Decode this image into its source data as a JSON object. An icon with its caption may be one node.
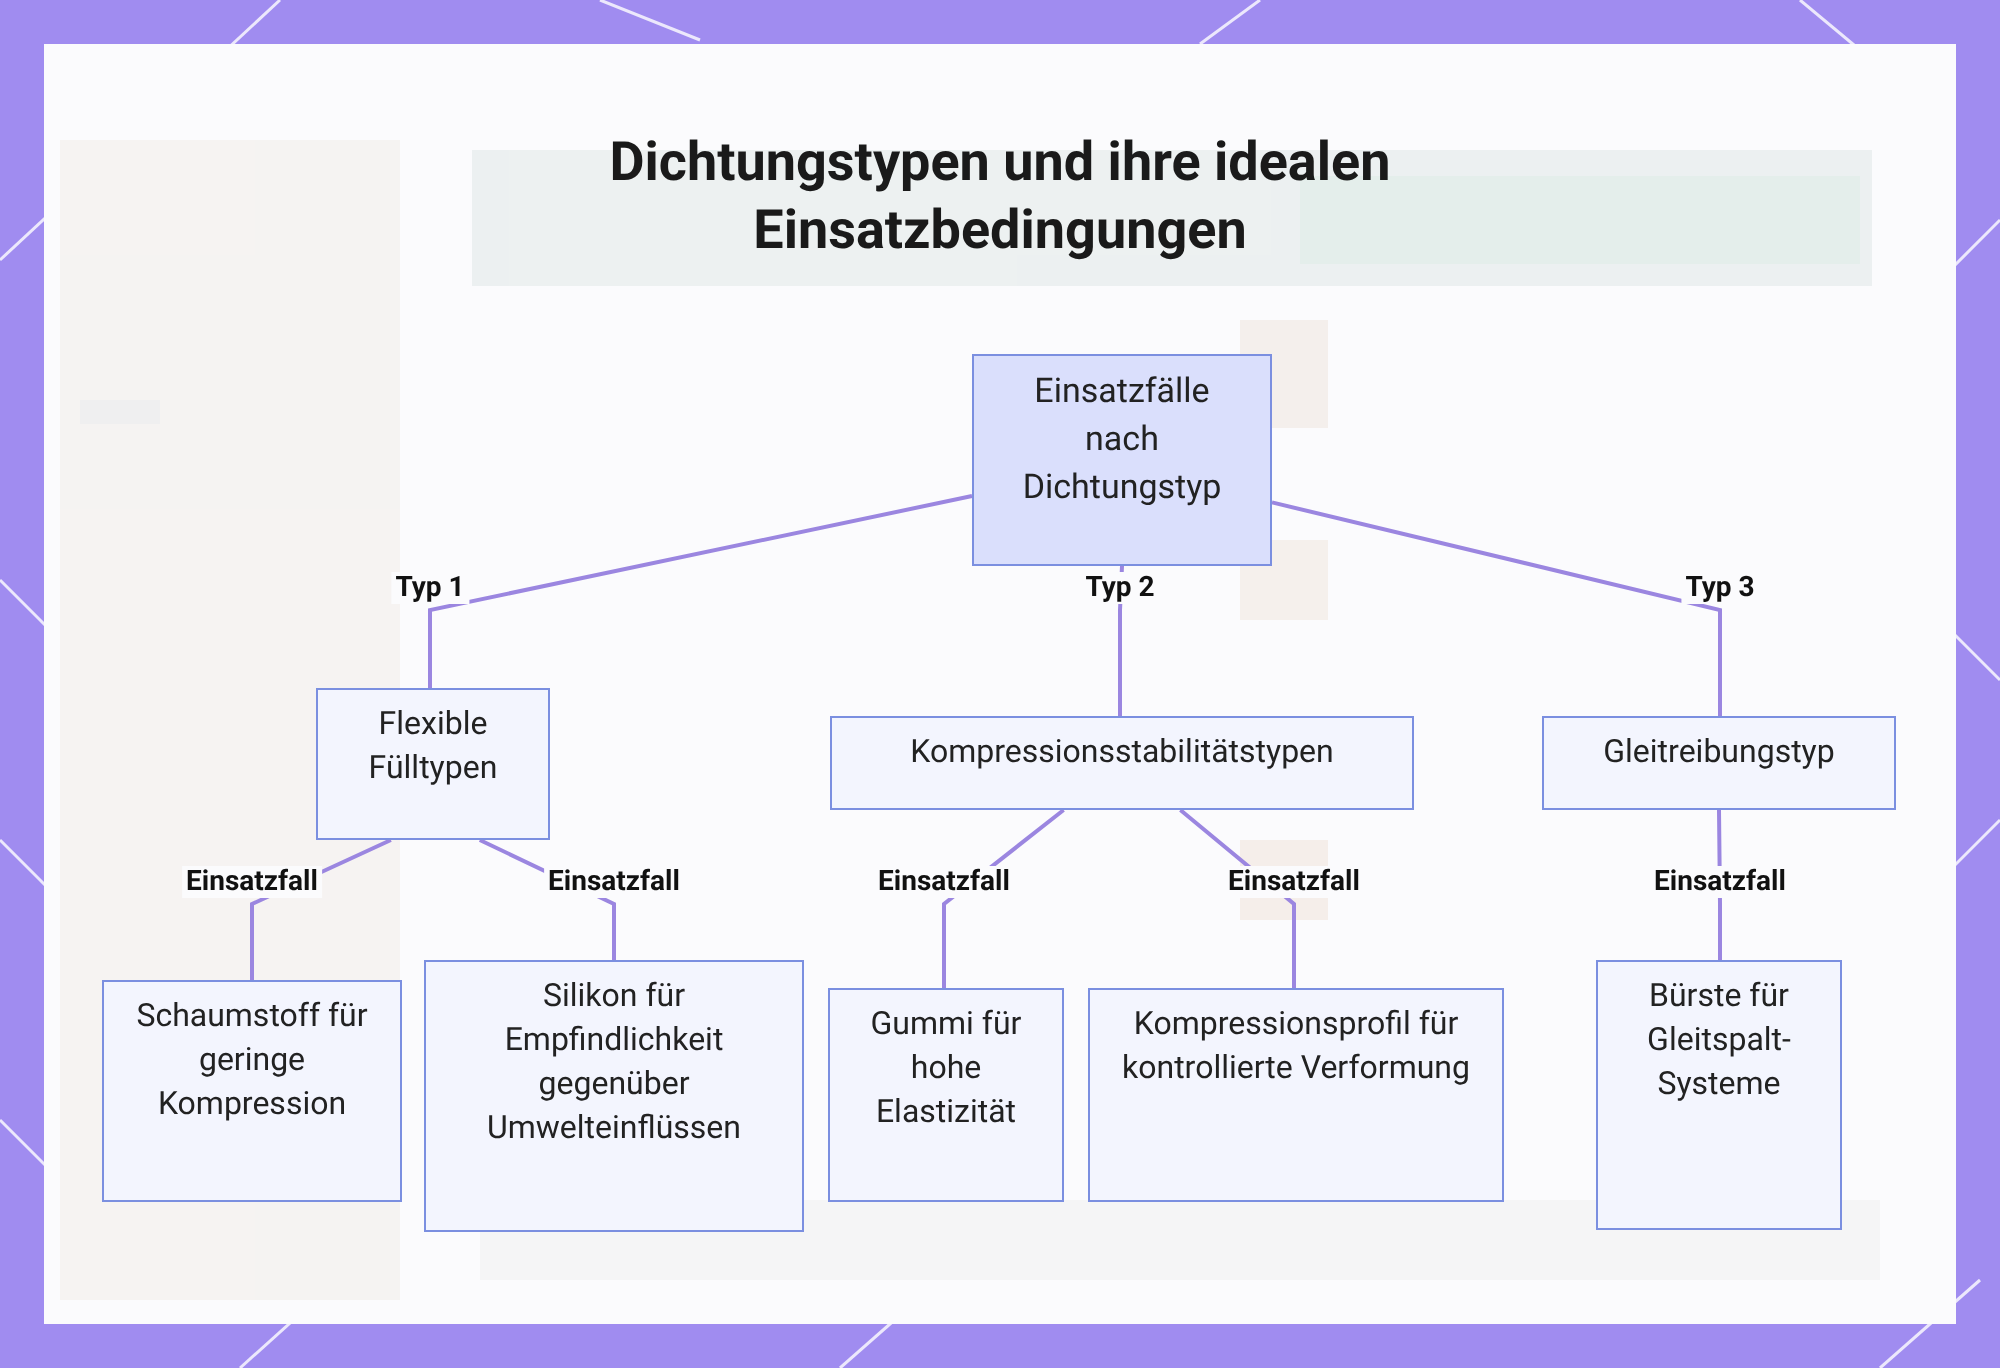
{
  "diagram": {
    "title": "Dichtungstypen und ihre idealen Einsatzbedingungen",
    "nodes": [
      {
        "text": [
          "Einsatzfälle nach Dichtungstyp"
        ]
      },
      {
        "text": [
          "Flexible Fülltypen"
        ]
      },
      {
        "text": [
          "Kompressionsstabilitätstypen"
        ]
      },
      {
        "text": [
          "Gleitreibungstyp"
        ]
      },
      {
        "text": [
          "Schaumstoff für geringe Kompression"
        ]
      },
      {
        "text": [
          "Silikon für Empfindlichkeit gegenüber Umwelteinflüssen"
        ]
      },
      {
        "text": [
          "Gummi für hohe Elastizität"
        ]
      },
      {
        "text": [
          "Kompressionsprofil für kontrollierte Verformung"
        ]
      },
      {
        "text": [
          "Bürste für Gleitspalt-Systeme"
        ]
      }
    ],
    "edges": [
      {
        "from": 0,
        "to": 1,
        "arrow": "none",
        "label": "Typ 1"
      },
      {
        "from": 0,
        "to": 2,
        "arrow": "none",
        "label": "Typ 2"
      },
      {
        "from": 0,
        "to": 3,
        "arrow": "none",
        "label": "Typ 3"
      },
      {
        "from": 1,
        "to": 4,
        "arrow": "none",
        "label": "Einsatzfall"
      },
      {
        "from": 1,
        "to": 5,
        "arrow": "none",
        "label": "Einsatzfall"
      },
      {
        "from": 2,
        "to": 6,
        "arrow": "none",
        "label": "Einsatzfall"
      },
      {
        "from": 2,
        "to": 7,
        "arrow": "none",
        "label": "Einsatzfall"
      },
      {
        "from": 3,
        "to": 8,
        "arrow": "none",
        "label": "Einsatzfall"
      }
    ]
  }
}
